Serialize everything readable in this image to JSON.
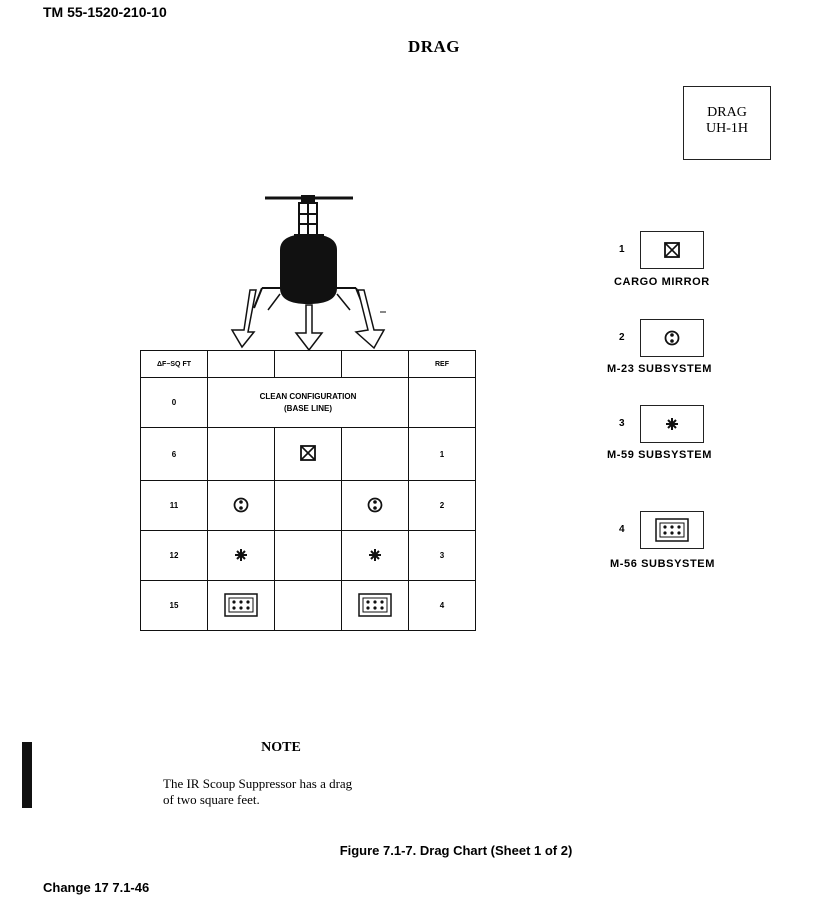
{
  "header": {
    "doc_id": "TM 55-1520-210-10"
  },
  "page_title": "DRAG",
  "drag_box": {
    "line1": "DRAG",
    "line2": "UH-1H"
  },
  "table": {
    "col_header_first": "ΔF−SQ FT",
    "col_header_last": "REF",
    "clean_config": "CLEAN CONFIGURATION",
    "base_line": "(BASE LINE)",
    "rows": [
      {
        "drag": "0",
        "ref": ""
      },
      {
        "drag": "6",
        "ref": "1"
      },
      {
        "drag": "11",
        "ref": "2"
      },
      {
        "drag": "12",
        "ref": "3"
      },
      {
        "drag": "15",
        "ref": "4"
      }
    ]
  },
  "legend": [
    {
      "ref": "1",
      "label": "CARGO MIRROR",
      "icon": "cargo-mirror-icon"
    },
    {
      "ref": "2",
      "label": "M-23 SUBSYSTEM",
      "icon": "m23-icon"
    },
    {
      "ref": "3",
      "label": "M-59 SUBSYSTEM",
      "icon": "m59-icon"
    },
    {
      "ref": "4",
      "label": "M-56 SUBSYSTEM",
      "icon": "m56-icon"
    }
  ],
  "note": {
    "title": "NOTE",
    "line1": "The IR Scoup Suppressor has a drag",
    "line2": "of two square feet."
  },
  "figure_caption": "Figure 7.1-7.  Drag Chart (Sheet 1 of 2)",
  "footer": {
    "change": "Change 17  7.1-46"
  }
}
